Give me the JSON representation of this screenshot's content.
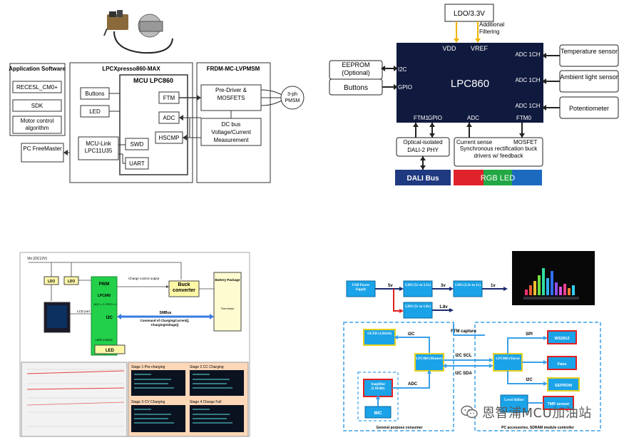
{
  "d1": {
    "app_software": "Application Software",
    "recesl": "RECESL_CM0+",
    "sdk": "SDK",
    "motor_control": "Motor control algorithm",
    "lpcxpresso": "LPCXpresso860-MAX",
    "mcu": "MCU LPC860",
    "buttons": "Buttons",
    "led": "LED",
    "ftm": "FTM",
    "adc": "ADC",
    "hscmp": "HSCMP",
    "mcu_link": "MCU-Link LPC11U35",
    "swd": "SWD",
    "uart": "UART",
    "pc": "PC FreeMaster",
    "frdm": "FRDM-MC-LVPMSM",
    "predriver": "Pre-Driver & MOSFETS",
    "dcbus": "DC bus Voltage/Current Measurement",
    "pmsm_line1": "3-ph",
    "pmsm_line2": "PMSM"
  },
  "d2": {
    "ldo": "LDO/3.3V",
    "additional_filtering": "Additional Filtering",
    "vdd": "VDD",
    "vref": "VREF",
    "chip": "LPC860",
    "i2c": "I2C",
    "gpio": "GPIO",
    "ftm1": "FTM1",
    "gpio_b": "GPIO",
    "adc_b": "ADC",
    "ftm0": "FTM0",
    "adc_1ch_a": "ADC 1CH",
    "adc_1ch_b": "ADC 1CH",
    "adc_1ch_c": "ADC 1CH",
    "eeprom": "EEPROM (Optional)",
    "buttons": "Buttons",
    "temp_sensor": "Temperature sensor",
    "ambient_sensor": "Ambient light sensor",
    "potentiometer": "Potentiometer",
    "dali_phy": "Optical-isolated DALI-2 PHY",
    "current_sense": "Current sense",
    "mosfet": "MOSFET",
    "sync_rect": "Synchronous rectification buck drivers w/ feedback",
    "dali_bus": "DALI Bus",
    "rgb_led": "RGB LED"
  },
  "d3": {
    "vin": "Vin (DC12V)",
    "ldo1": "LDO",
    "ldo2": "LDO",
    "pwm": "PWM",
    "lpc": "LPC845",
    "adc_gpio": "ADC x 1 GPIO x 1",
    "i2c": "I2C",
    "charge_ctrl": "Charge control output",
    "buck": "Buck converter",
    "battery": "Battery Package",
    "thermistor": "Thermistor",
    "smbus": "SMBus",
    "command": "Command of ChargingCurrent(), ChargingVoltage()",
    "lcd_port": "LCD port",
    "led_control": "LED control",
    "led": "LED",
    "stage1": "Stage 1  Pre-charging",
    "stage2": "Stage 2  CC Charging",
    "stage3": "Stage 3  CV Charging",
    "stage4": "Stage 4  Charge Full"
  },
  "d4": {
    "usb": "USB Power Supply",
    "v5": "5v",
    "ldo_a": "LDO (5v to 3.3v)",
    "v33": "3v",
    "ldo_b": "LDO (3.3v to 1v)",
    "v1": "1v",
    "ldo_c": "LDO (5v to 1.8v)",
    "v18": "1.8v",
    "oled": "OLED (128x64)",
    "i2c_a": "I2C",
    "ftm_capture": "FTM capture",
    "spi": "SPI",
    "ws2812": "WS2812",
    "master": "LPC860 (Master)",
    "i2c_scl": "I2C SCL",
    "i2c_sda": "I2C SDA",
    "slave": "LPC860 (Slave)",
    "fans": "Fans",
    "i2c_b": "I2C",
    "eeprom": "EEPROM",
    "amplifier": "Amplifier (LM386)",
    "adc": "ADC",
    "mic": "MIC",
    "level_shifter": "Level Shifter",
    "tmp_sensor": "TMP sensor",
    "general_consumer": "General purpose consumer",
    "pc_accessories": "PC accessories, SDRAM module controller"
  },
  "watermark": {
    "text": "恩智浦MCU加油站",
    "icon": "wechat-icon"
  }
}
